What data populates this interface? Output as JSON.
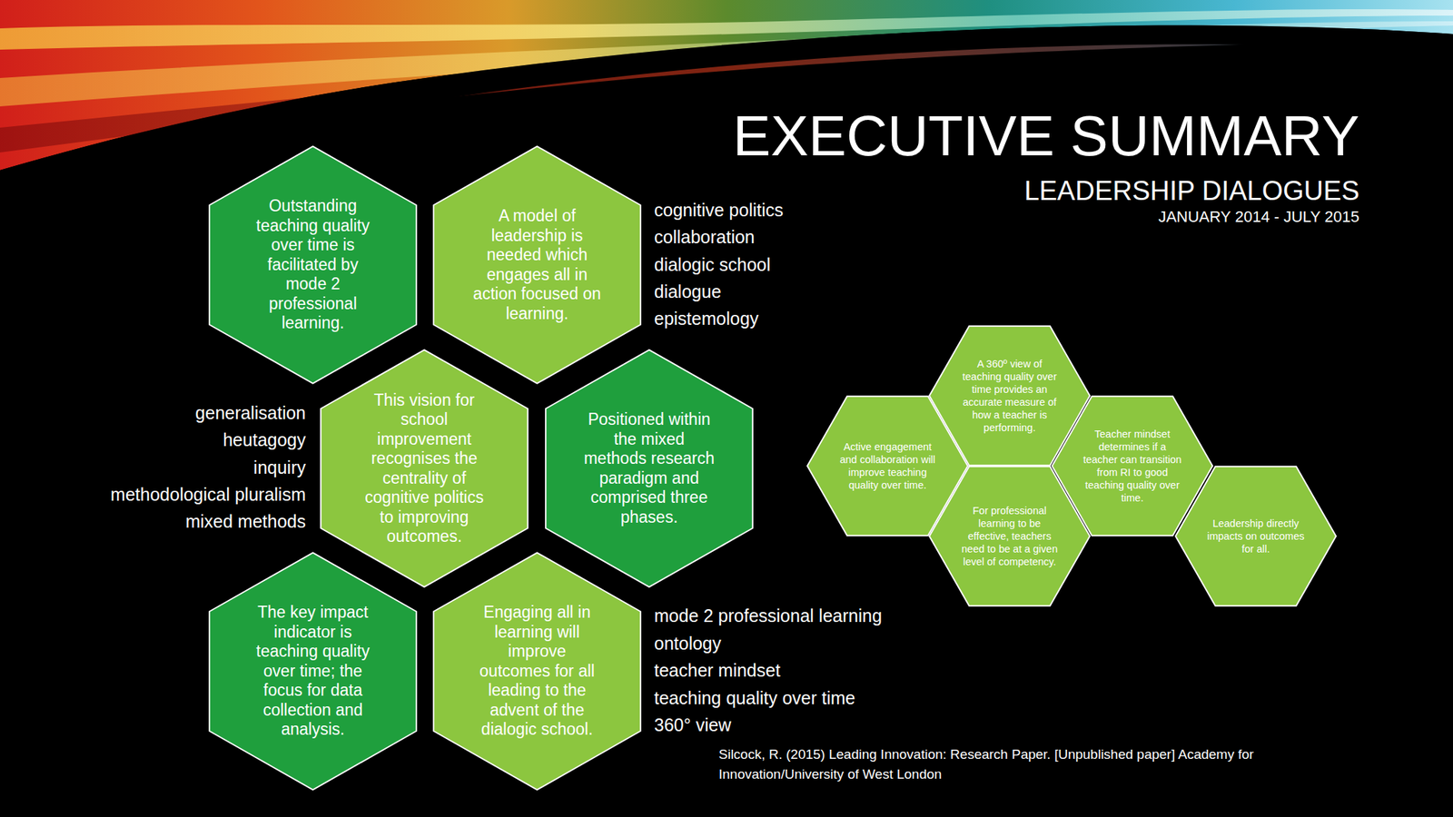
{
  "diagram": {
    "title": "EXECUTIVE SUMMARY",
    "caption": "Silcock, R. (2015) Leading Innovation: Research Paper. [Unpublished paper] Academy for Innovation/University of West London",
    "nodes": [
      {
        "text": [
          "Outstanding teaching quality over time is facilitated by mode 2 professional learning."
        ]
      },
      {
        "text": [
          "A model of leadership is needed which engages all in action focused on learning."
        ]
      },
      {
        "text": [
          "This vision for school improvement recognises the centrality of cognitive politics to improving outcomes."
        ]
      },
      {
        "text": [
          "Positioned within the mixed methods research paradigm and comprised three phases."
        ]
      },
      {
        "text": [
          "The key impact indicator is teaching quality over time; the focus for data collection and analysis."
        ]
      },
      {
        "text": [
          "Engaging all in learning will improve outcomes for all leading to the advent of the dialogic school."
        ]
      },
      {
        "text": [
          "A 360º view of teaching quality over time provides an accurate measure of how a teacher is performing."
        ]
      },
      {
        "text": [
          "Active engagement and collaboration will improve teaching quality over time."
        ]
      },
      {
        "text": [
          "Teacher mindset determines if a teacher can transition from RI to good teaching quality over time."
        ]
      },
      {
        "text": [
          "For professional learning to be effective, teachers need to be at a given level of competency."
        ]
      },
      {
        "text": [
          "Leadership directly impacts on outcomes for all."
        ]
      }
    ],
    "edges": [],
    "labels": [
      "LEADERSHIP DIALOGUES",
      "JANUARY 2014 - JULY 2015",
      "cognitive politics",
      "collaboration",
      "dialogic school",
      "dialogue",
      "epistemology",
      "generalisation",
      "heutagogy",
      "inquiry",
      "methodological pluralism",
      "mixed methods",
      "mode 2 professional learning",
      "ontology",
      "teacher mindset",
      "teaching quality over time",
      "360° view"
    ]
  }
}
